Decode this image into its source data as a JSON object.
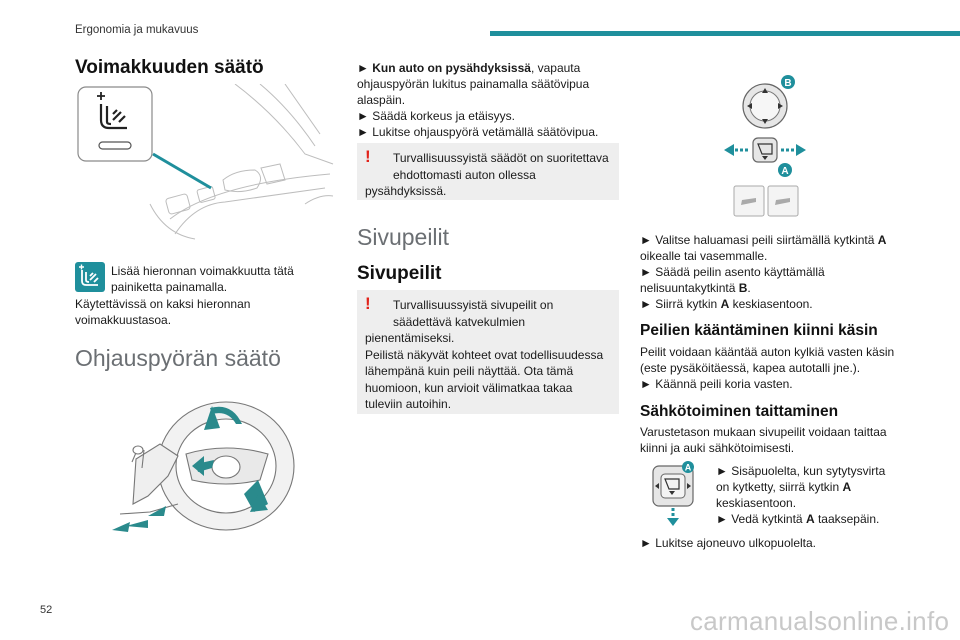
{
  "header": {
    "section": "Ergonomia ja mukavuus"
  },
  "col1": {
    "title_power": "Voimakkuuden säätö",
    "power_text_1": "Lisää hieronnan voimakkuutta tätä",
    "power_text_2": "painiketta painamalla.",
    "power_text_3": "Käytettävissä on kaksi hieronnan",
    "power_text_4": "voimakkuustasoa.",
    "title_steering": "Ohjauspyörän säätö"
  },
  "col2": {
    "step1_bold": "Kun auto on pysähdyksissä",
    "step1_rest": ", vapauta",
    "step1_l2": "ohjauspyörän lukitus painamalla säätövipua",
    "step1_l3": "alaspäin.",
    "step2": "Säädä korkeus ja etäisyys.",
    "step3": "Lukitse ohjauspyörä vetämällä säätövipua.",
    "warn1_l1": "Turvallisuussyistä säädöt on suoritettava",
    "warn1_l2": "ehdottomasti auton ollessa",
    "warn1_l3": "pysähdyksissä.",
    "title_mirrors_light": "Sivupeilit",
    "title_mirrors": "Sivupeilit",
    "warn2_l1": "Turvallisuussyistä sivupeilit on",
    "warn2_l2": "säädettävä katvekulmien",
    "warn2_l3": "pienentämiseksi.",
    "warn2_l4": "Peilistä näkyvät kohteet ovat todellisuudessa",
    "warn2_l5": "lähempänä kuin peili näyttää. Ota tämä",
    "warn2_l6": "huomioon, kun arvioit välimatkaa takaa",
    "warn2_l7": "tuleviin autoihin."
  },
  "col3": {
    "label_b": "B",
    "label_a": "A",
    "step1_a": "Valitse haluamasi peili siirtämällä kytkintä ",
    "step1_b": "A",
    "step1_l2": "oikealle tai vasemmalle.",
    "step2_l1": "Säädä peilin asento käyttämällä",
    "step2_l2a": "nelisuuntakytkintä ",
    "step2_l2b": "B",
    "step2_l2c": ".",
    "step3_a": "Siirrä kytkin ",
    "step3_b": "A",
    "step3_c": " keskiasentoon.",
    "title_fold": "Peilien kääntäminen kiinni käsin",
    "fold_l1": "Peilit voidaan kääntää auton kylkiä vasten käsin",
    "fold_l2": "(este pysäköitäessä, kapea autotalli jne.).",
    "fold_l3": "Käännä peili koria vasten.",
    "title_electric": "Sähkötoiminen taittaminen",
    "elec_l1": "Varustetason mukaan sivupeilit voidaan taittaa",
    "elec_l2": "kiinni ja auki sähkötoimisesti.",
    "elec_s1_l1": "Sisäpuolelta, kun sytytysvirta",
    "elec_s1_l2a": "on kytketty, siirrä kytkin ",
    "elec_s1_l2b": "A",
    "elec_s1_l3": "keskiasentoon.",
    "elec_s2_a": "Vedä kytkintä ",
    "elec_s2_b": "A",
    "elec_s2_c": " taaksepäin.",
    "elec_s3": "Lukitse ajoneuvo ulkopuolelta.",
    "small_label_a": "A"
  },
  "footer": {
    "page_number": "52",
    "watermark": "carmanualsonline.info"
  },
  "colors": {
    "accent": "#1f8f9c",
    "warning": "#e2231a",
    "box_bg": "#eeeeee"
  },
  "icons": [
    "massage-seat-icon",
    "warning-icon",
    "mirror-switch-icon",
    "mirror-fold-icon",
    "steering-wheel-illustration",
    "seat-illustration"
  ]
}
